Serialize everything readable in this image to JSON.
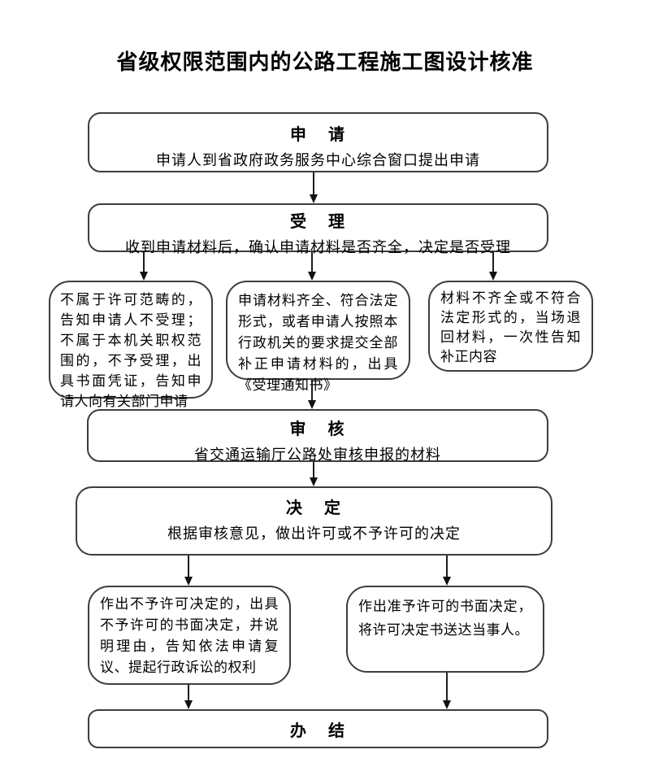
{
  "title": "省级权限范围内的公路工程施工图设计核准",
  "colors": {
    "background": "#ffffff",
    "border": "#3d3d3d",
    "text": "#000000"
  },
  "nodes": {
    "apply": {
      "heading": "申 请",
      "body": "申请人到省政府政务服务中心综合窗口提出申请"
    },
    "accept": {
      "heading": "受 理",
      "body": "收到申请材料后，确认申请材料是否齐全，决定是否受理"
    },
    "not_accepted": {
      "body": "不属于许可范畴的，告知申请人不受理；不属于本机关职权范围的，不予受理，出具书面凭证，告知申请人向有关部门申请"
    },
    "accepted": {
      "body": "申请材料齐全、符合法定形式，或者申请人按照本行政机关的要求提交全部补正申请材料的，出具《受理通知书》"
    },
    "returned": {
      "body": "材料不齐全或不符合法定形式的，当场退回材料，一次性告知补正内容"
    },
    "review": {
      "heading": "审 核",
      "body": "省交通运输厅公路处审核申报的材料"
    },
    "decision": {
      "heading": "决 定",
      "body": "根据审核意见，做出许可或不予许可的决定"
    },
    "deny": {
      "body": "作出不予许可决定的，出具不予许可的书面决定，并说明理由，告知依法申请复议、提起行政诉讼的权利"
    },
    "grant": {
      "body": "作出准予许可的书面决定，将许可决定书送达当事人。"
    },
    "complete": {
      "heading": "办 结"
    }
  }
}
